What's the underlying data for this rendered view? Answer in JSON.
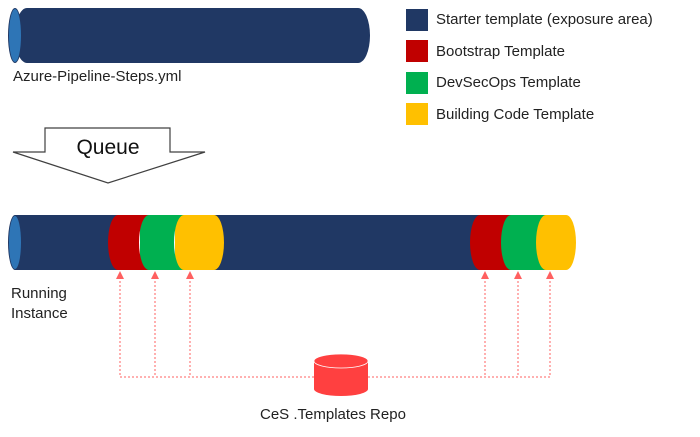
{
  "colors": {
    "starter": "#203864",
    "bootstrap": "#C00000",
    "devsecops": "#00B050",
    "building": "#FFC000",
    "repo": "#FF4040",
    "connector": "#FF6060"
  },
  "legend": [
    {
      "key": "starter",
      "label": "Starter template (exposure area)"
    },
    {
      "key": "bootstrap",
      "label": "Bootstrap Template"
    },
    {
      "key": "devsecops",
      "label": "DevSecOps Template"
    },
    {
      "key": "building",
      "label": "Building Code Template"
    }
  ],
  "top_pipe": {
    "label": "Azure-Pipeline-Steps.yml"
  },
  "queue": {
    "label": "Queue"
  },
  "bottom_pipe": {
    "label_line1": "Running",
    "label_line2": "Instance"
  },
  "repo": {
    "label": "CeS .Templates Repo"
  }
}
